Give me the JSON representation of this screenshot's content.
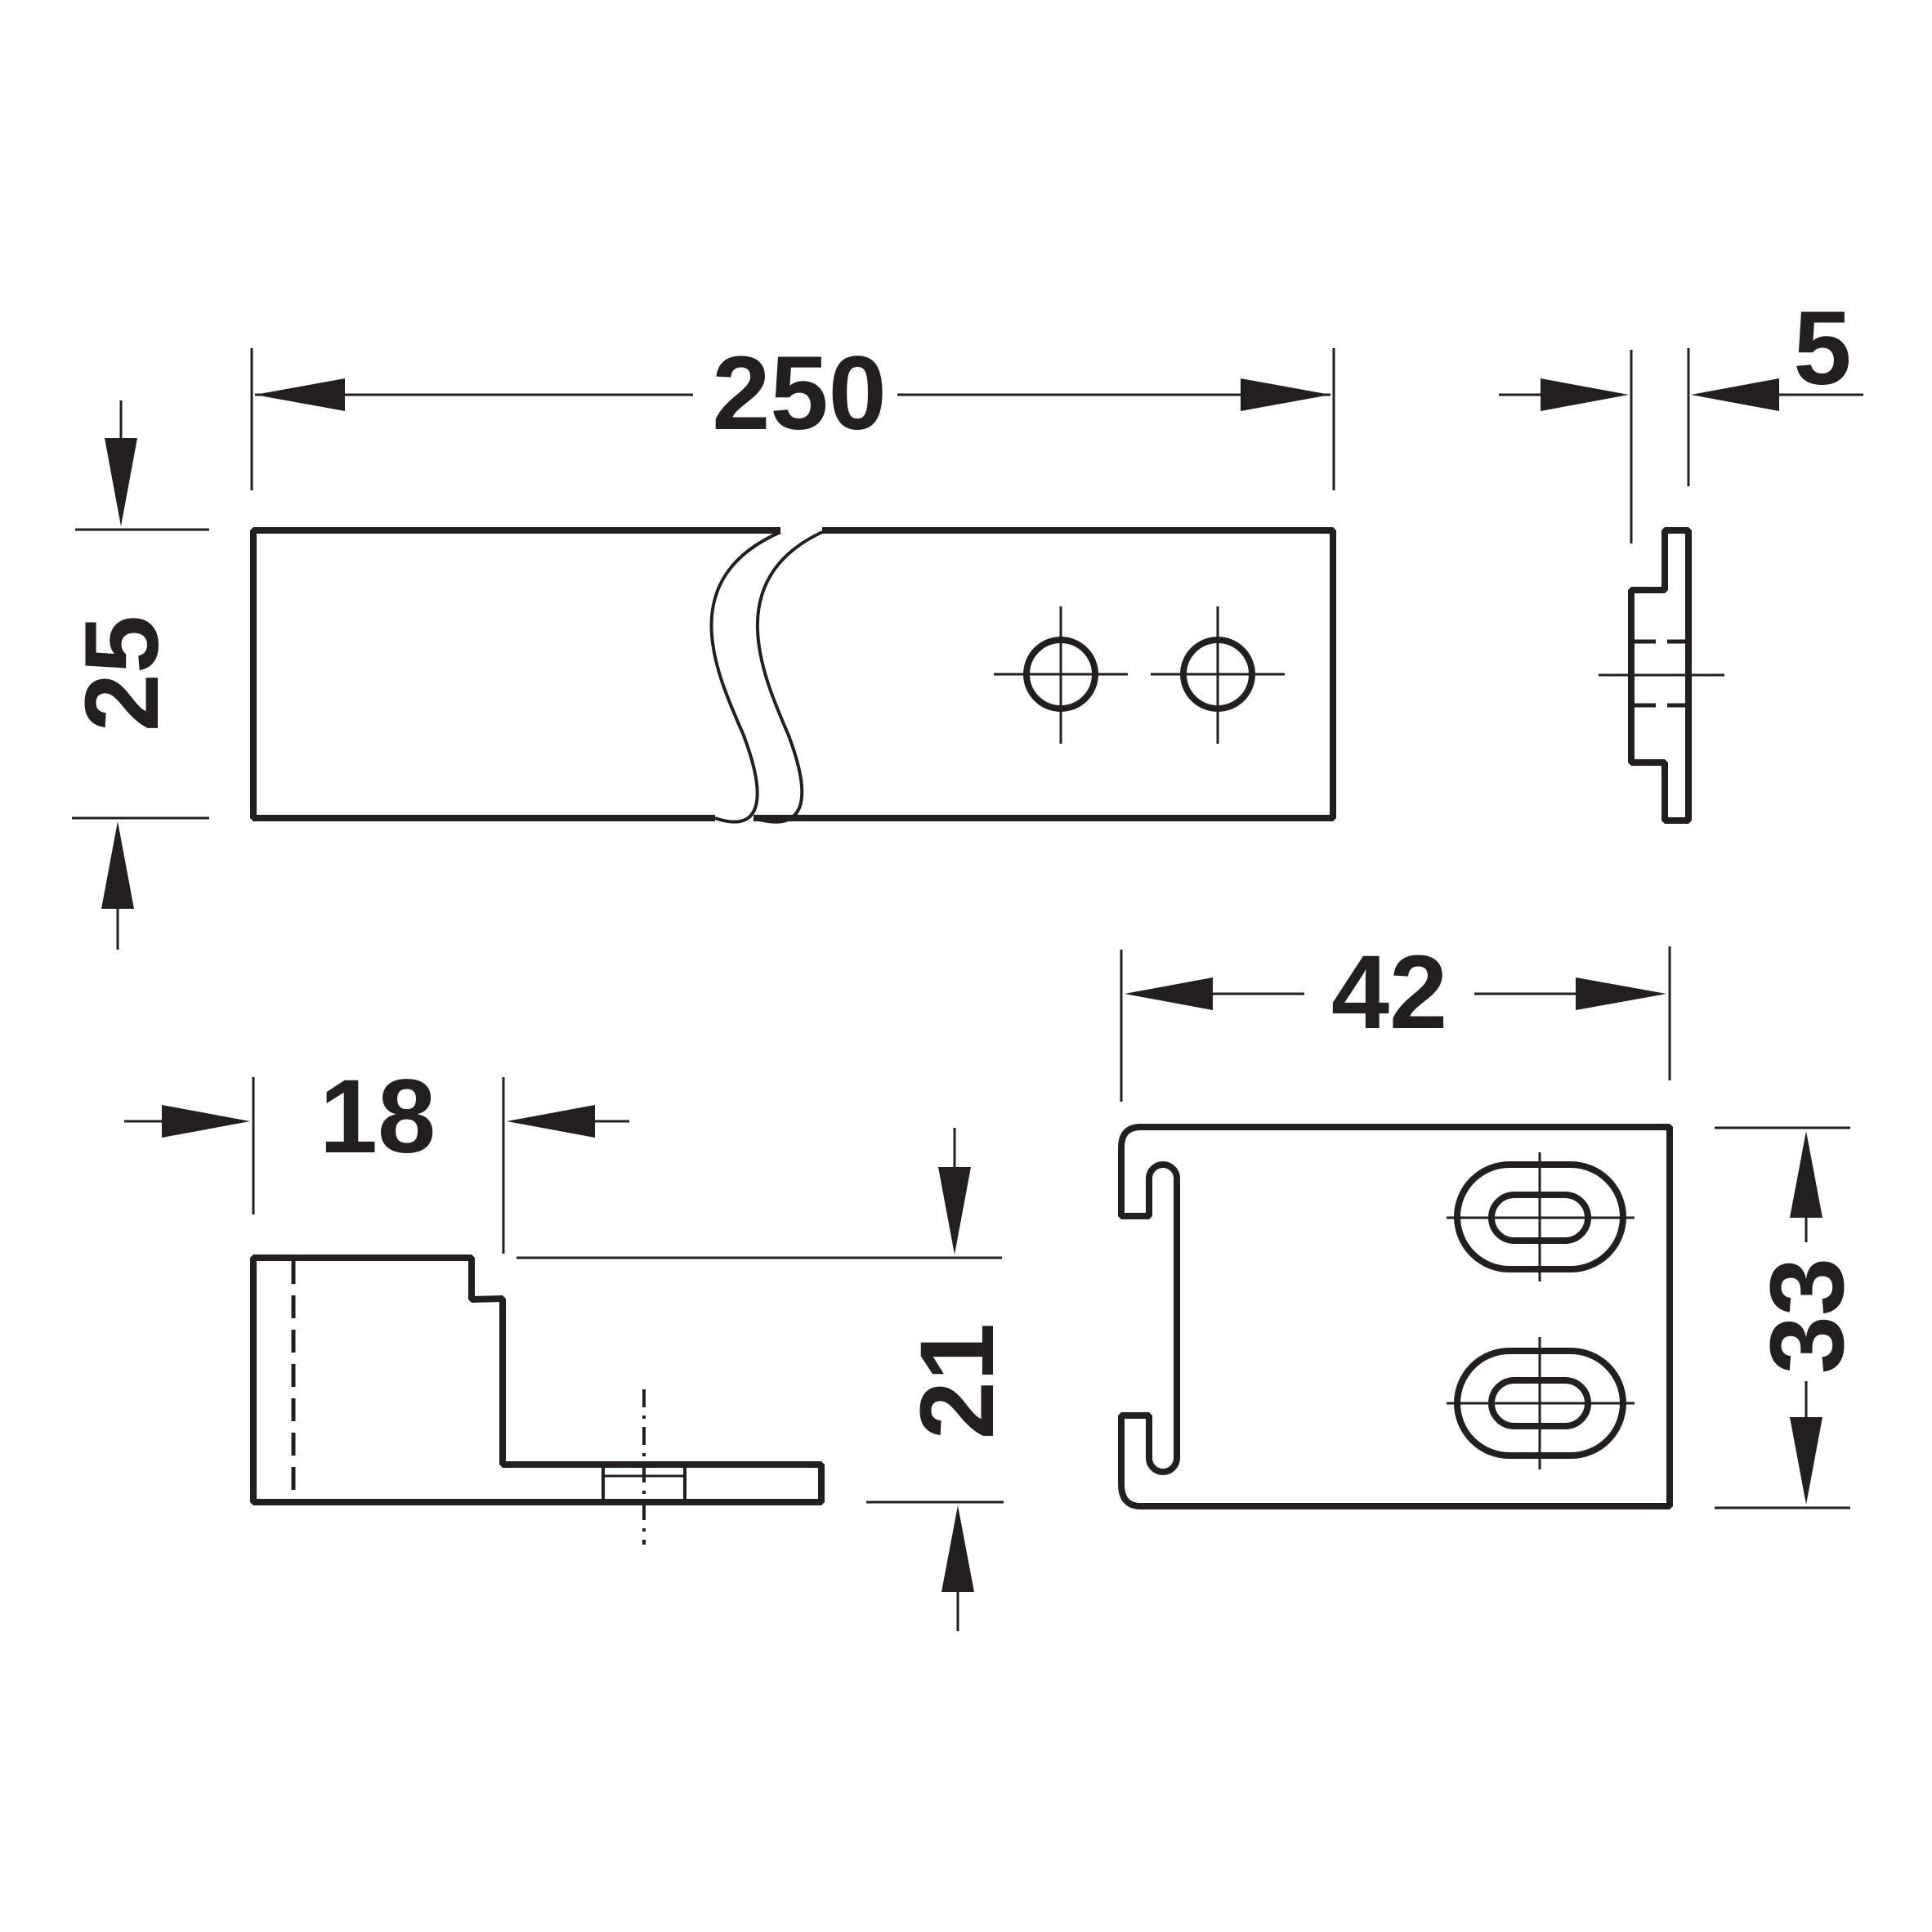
{
  "dimensions": {
    "length": "250",
    "width": "25",
    "thickness": "5",
    "side_width": "18",
    "side_height": "21",
    "plate_width": "42",
    "plate_height": "33"
  }
}
